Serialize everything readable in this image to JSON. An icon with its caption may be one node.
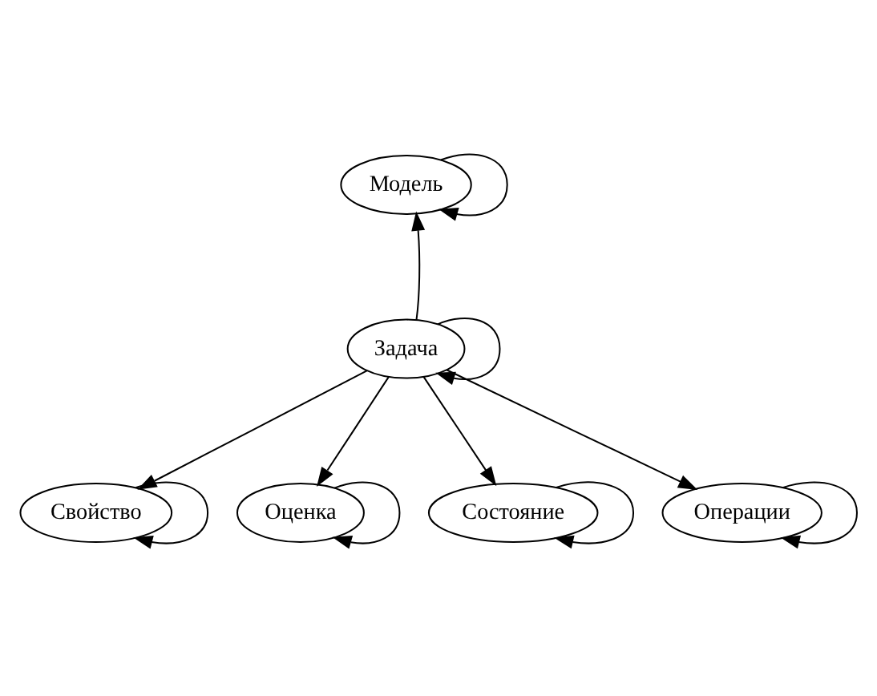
{
  "diagram": {
    "nodes": [
      {
        "text": [
          "Модель"
        ]
      },
      {
        "text": [
          "Задача"
        ]
      },
      {
        "text": [
          "Свойство"
        ]
      },
      {
        "text": [
          "Оценка"
        ]
      },
      {
        "text": [
          "Состояние"
        ]
      },
      {
        "text": [
          "Операции"
        ]
      }
    ],
    "edges": [
      {
        "from": 0,
        "to": 0,
        "arrow": "to"
      },
      {
        "from": 1,
        "to": 1,
        "arrow": "to"
      },
      {
        "from": 1,
        "to": 0,
        "arrow": "to"
      },
      {
        "from": 1,
        "to": 2,
        "arrow": "to"
      },
      {
        "from": 1,
        "to": 3,
        "arrow": "to"
      },
      {
        "from": 1,
        "to": 4,
        "arrow": "to"
      },
      {
        "from": 1,
        "to": 5,
        "arrow": "to"
      },
      {
        "from": 2,
        "to": 2,
        "arrow": "to"
      },
      {
        "from": 3,
        "to": 3,
        "arrow": "to"
      },
      {
        "from": 4,
        "to": 4,
        "arrow": "to"
      },
      {
        "from": 5,
        "to": 5,
        "arrow": "to"
      }
    ]
  }
}
